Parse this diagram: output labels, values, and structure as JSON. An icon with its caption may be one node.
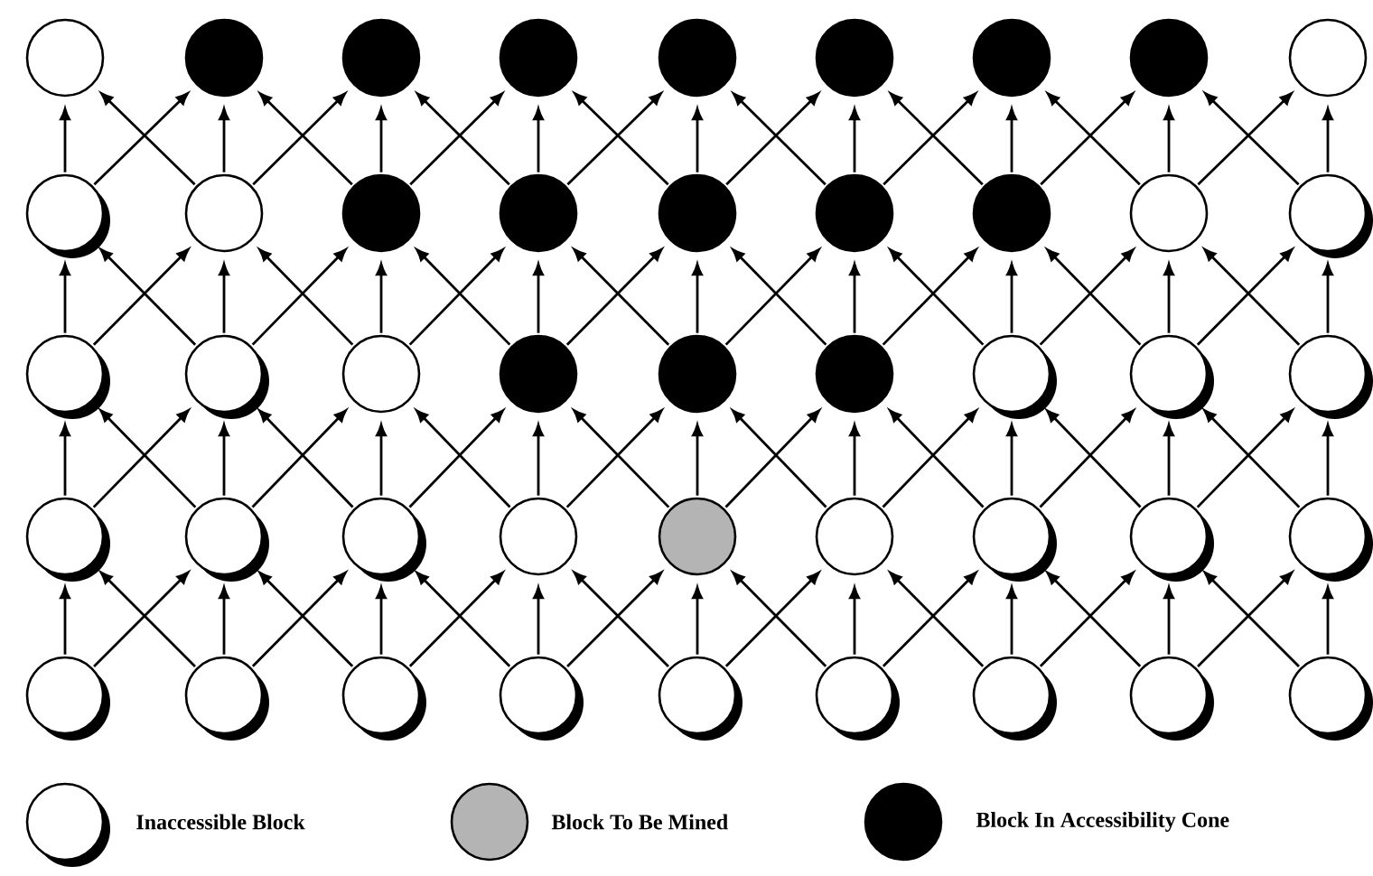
{
  "diagram": {
    "nodes": [
      {
        "text": [],
        "shape": "circle"
      },
      {
        "text": [],
        "shape": "circle"
      },
      {
        "text": [],
        "shape": "circle"
      },
      {
        "text": [],
        "shape": "circle"
      },
      {
        "text": [],
        "shape": "circle"
      },
      {
        "text": [],
        "shape": "circle"
      },
      {
        "text": [],
        "shape": "circle"
      },
      {
        "text": [],
        "shape": "circle"
      },
      {
        "text": [],
        "shape": "circle"
      },
      {
        "text": [],
        "shape": "circle"
      },
      {
        "text": [],
        "shape": "circle"
      },
      {
        "text": [],
        "shape": "circle"
      },
      {
        "text": [],
        "shape": "circle"
      },
      {
        "text": [],
        "shape": "circle"
      },
      {
        "text": [],
        "shape": "circle"
      },
      {
        "text": [],
        "shape": "circle"
      },
      {
        "text": [],
        "shape": "circle"
      },
      {
        "text": [],
        "shape": "circle"
      },
      {
        "text": [],
        "shape": "circle"
      },
      {
        "text": [],
        "shape": "circle"
      },
      {
        "text": [],
        "shape": "circle"
      },
      {
        "text": [],
        "shape": "circle"
      },
      {
        "text": [],
        "shape": "circle"
      },
      {
        "text": [],
        "shape": "circle"
      },
      {
        "text": [],
        "shape": "circle"
      },
      {
        "text": [],
        "shape": "circle"
      },
      {
        "text": [],
        "shape": "circle"
      },
      {
        "text": [],
        "shape": "circle"
      },
      {
        "text": [],
        "shape": "circle"
      },
      {
        "text": [],
        "shape": "circle"
      },
      {
        "text": [],
        "shape": "circle"
      },
      {
        "text": [],
        "shape": "circle"
      },
      {
        "text": [],
        "shape": "circle"
      },
      {
        "text": [],
        "shape": "circle"
      },
      {
        "text": [],
        "shape": "circle"
      },
      {
        "text": [],
        "shape": "circle"
      },
      {
        "text": [],
        "shape": "circle"
      },
      {
        "text": [],
        "shape": "circle"
      },
      {
        "text": [],
        "shape": "circle"
      },
      {
        "text": [],
        "shape": "circle"
      },
      {
        "text": [],
        "shape": "circle"
      },
      {
        "text": [],
        "shape": "circle"
      },
      {
        "text": [],
        "shape": "circle"
      },
      {
        "text": [],
        "shape": "circle"
      },
      {
        "text": [],
        "shape": "circle"
      }
    ],
    "edges": [
      {
        "from": 36,
        "to": 27,
        "arrow": "to"
      },
      {
        "from": 36,
        "to": 28,
        "arrow": "to"
      },
      {
        "from": 37,
        "to": 27,
        "arrow": "to"
      },
      {
        "from": 37,
        "to": 28,
        "arrow": "to"
      },
      {
        "from": 37,
        "to": 29,
        "arrow": "to"
      },
      {
        "from": 38,
        "to": 28,
        "arrow": "to"
      },
      {
        "from": 38,
        "to": 29,
        "arrow": "to"
      },
      {
        "from": 38,
        "to": 30,
        "arrow": "to"
      },
      {
        "from": 39,
        "to": 29,
        "arrow": "to"
      },
      {
        "from": 39,
        "to": 30,
        "arrow": "to"
      },
      {
        "from": 39,
        "to": 31,
        "arrow": "to"
      },
      {
        "from": 40,
        "to": 30,
        "arrow": "to"
      },
      {
        "from": 40,
        "to": 31,
        "arrow": "to"
      },
      {
        "from": 40,
        "to": 32,
        "arrow": "to"
      },
      {
        "from": 41,
        "to": 31,
        "arrow": "to"
      },
      {
        "from": 41,
        "to": 32,
        "arrow": "to"
      },
      {
        "from": 41,
        "to": 33,
        "arrow": "to"
      },
      {
        "from": 42,
        "to": 32,
        "arrow": "to"
      },
      {
        "from": 42,
        "to": 33,
        "arrow": "to"
      },
      {
        "from": 42,
        "to": 34,
        "arrow": "to"
      },
      {
        "from": 43,
        "to": 33,
        "arrow": "to"
      },
      {
        "from": 43,
        "to": 34,
        "arrow": "to"
      },
      {
        "from": 43,
        "to": 35,
        "arrow": "to"
      },
      {
        "from": 44,
        "to": 34,
        "arrow": "to"
      },
      {
        "from": 44,
        "to": 35,
        "arrow": "to"
      },
      {
        "from": 27,
        "to": 18,
        "arrow": "to"
      },
      {
        "from": 27,
        "to": 19,
        "arrow": "to"
      },
      {
        "from": 28,
        "to": 18,
        "arrow": "to"
      },
      {
        "from": 28,
        "to": 19,
        "arrow": "to"
      },
      {
        "from": 28,
        "to": 20,
        "arrow": "to"
      },
      {
        "from": 29,
        "to": 19,
        "arrow": "to"
      },
      {
        "from": 29,
        "to": 20,
        "arrow": "to"
      },
      {
        "from": 29,
        "to": 21,
        "arrow": "to"
      },
      {
        "from": 30,
        "to": 20,
        "arrow": "to"
      },
      {
        "from": 30,
        "to": 21,
        "arrow": "to"
      },
      {
        "from": 30,
        "to": 22,
        "arrow": "to"
      },
      {
        "from": 31,
        "to": 21,
        "arrow": "to"
      },
      {
        "from": 31,
        "to": 22,
        "arrow": "to"
      },
      {
        "from": 31,
        "to": 23,
        "arrow": "to"
      },
      {
        "from": 32,
        "to": 22,
        "arrow": "to"
      },
      {
        "from": 32,
        "to": 23,
        "arrow": "to"
      },
      {
        "from": 32,
        "to": 24,
        "arrow": "to"
      },
      {
        "from": 33,
        "to": 23,
        "arrow": "to"
      },
      {
        "from": 33,
        "to": 24,
        "arrow": "to"
      },
      {
        "from": 33,
        "to": 25,
        "arrow": "to"
      },
      {
        "from": 34,
        "to": 24,
        "arrow": "to"
      },
      {
        "from": 34,
        "to": 25,
        "arrow": "to"
      },
      {
        "from": 34,
        "to": 26,
        "arrow": "to"
      },
      {
        "from": 35,
        "to": 25,
        "arrow": "to"
      },
      {
        "from": 35,
        "to": 26,
        "arrow": "to"
      },
      {
        "from": 18,
        "to": 9,
        "arrow": "to"
      },
      {
        "from": 18,
        "to": 10,
        "arrow": "to"
      },
      {
        "from": 19,
        "to": 9,
        "arrow": "to"
      },
      {
        "from": 19,
        "to": 10,
        "arrow": "to"
      },
      {
        "from": 19,
        "to": 11,
        "arrow": "to"
      },
      {
        "from": 20,
        "to": 10,
        "arrow": "to"
      },
      {
        "from": 20,
        "to": 11,
        "arrow": "to"
      },
      {
        "from": 20,
        "to": 12,
        "arrow": "to"
      },
      {
        "from": 21,
        "to": 11,
        "arrow": "to"
      },
      {
        "from": 21,
        "to": 12,
        "arrow": "to"
      },
      {
        "from": 21,
        "to": 13,
        "arrow": "to"
      },
      {
        "from": 22,
        "to": 12,
        "arrow": "to"
      },
      {
        "from": 22,
        "to": 13,
        "arrow": "to"
      },
      {
        "from": 22,
        "to": 14,
        "arrow": "to"
      },
      {
        "from": 23,
        "to": 13,
        "arrow": "to"
      },
      {
        "from": 23,
        "to": 14,
        "arrow": "to"
      },
      {
        "from": 23,
        "to": 15,
        "arrow": "to"
      },
      {
        "from": 24,
        "to": 14,
        "arrow": "to"
      },
      {
        "from": 24,
        "to": 15,
        "arrow": "to"
      },
      {
        "from": 24,
        "to": 16,
        "arrow": "to"
      },
      {
        "from": 25,
        "to": 15,
        "arrow": "to"
      },
      {
        "from": 25,
        "to": 16,
        "arrow": "to"
      },
      {
        "from": 25,
        "to": 17,
        "arrow": "to"
      },
      {
        "from": 26,
        "to": 16,
        "arrow": "to"
      },
      {
        "from": 26,
        "to": 17,
        "arrow": "to"
      },
      {
        "from": 9,
        "to": 0,
        "arrow": "to"
      },
      {
        "from": 9,
        "to": 1,
        "arrow": "to"
      },
      {
        "from": 10,
        "to": 0,
        "arrow": "to"
      },
      {
        "from": 10,
        "to": 1,
        "arrow": "to"
      },
      {
        "from": 10,
        "to": 2,
        "arrow": "to"
      },
      {
        "from": 11,
        "to": 1,
        "arrow": "to"
      },
      {
        "from": 11,
        "to": 2,
        "arrow": "to"
      },
      {
        "from": 11,
        "to": 3,
        "arrow": "to"
      },
      {
        "from": 12,
        "to": 2,
        "arrow": "to"
      },
      {
        "from": 12,
        "to": 3,
        "arrow": "to"
      },
      {
        "from": 12,
        "to": 4,
        "arrow": "to"
      },
      {
        "from": 13,
        "to": 3,
        "arrow": "to"
      },
      {
        "from": 13,
        "to": 4,
        "arrow": "to"
      },
      {
        "from": 13,
        "to": 5,
        "arrow": "to"
      },
      {
        "from": 14,
        "to": 4,
        "arrow": "to"
      },
      {
        "from": 14,
        "to": 5,
        "arrow": "to"
      },
      {
        "from": 14,
        "to": 6,
        "arrow": "to"
      },
      {
        "from": 15,
        "to": 5,
        "arrow": "to"
      },
      {
        "from": 15,
        "to": 6,
        "arrow": "to"
      },
      {
        "from": 15,
        "to": 7,
        "arrow": "to"
      },
      {
        "from": 16,
        "to": 6,
        "arrow": "to"
      },
      {
        "from": 16,
        "to": 7,
        "arrow": "to"
      },
      {
        "from": 16,
        "to": 8,
        "arrow": "to"
      },
      {
        "from": 17,
        "to": 7,
        "arrow": "to"
      },
      {
        "from": 17,
        "to": 8,
        "arrow": "to"
      }
    ],
    "legend": [
      {
        "text": "Inaccessible Block"
      },
      {
        "text": "Block To Be Mined"
      },
      {
        "text": "Block In Accessibility Cone"
      }
    ]
  }
}
